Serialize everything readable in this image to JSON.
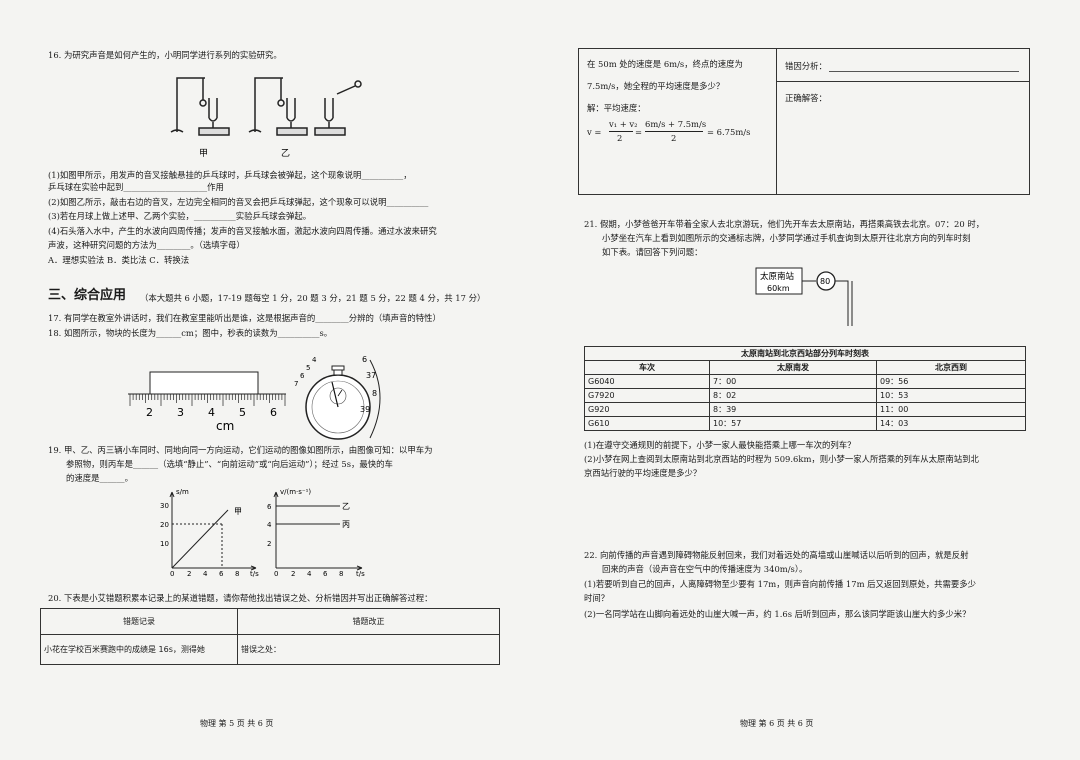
{
  "left": {
    "q16": {
      "title": "16. 为研究声音是如何产生的，小明同学进行系列的实验研究。",
      "fig_label_a": "甲",
      "fig_label_b": "乙",
      "p1": "(1)如图甲所示，用发声的音叉接触悬挂的乒乓球时，乒乓球会被弹起，这个现象说明__________，",
      "p1b": "乒乓球在实验中起到____________________作用",
      "p2": "(2)如图乙所示，敲击右边的音叉，左边完全相同的音叉会把乒乓球弹起，这个现象可以说明__________",
      "p3": "(3)若在月球上做上述甲、乙两个实验，__________实验乒乓球会弹起。",
      "p4": "(4)石头落入水中，产生的水波向四周传播；发声的音叉接触水面，激起水波向四周传播。通过水波来研究",
      "p4b": "声波，这种研究问题的方法为________。（选填字母）",
      "options": "A．理想实验法    B．类比法         C．转换法"
    },
    "section3": {
      "title": "三、综合应用",
      "note": "（本大题共 6 小题，17-19 题每空 1 分，20 题 3 分，21 题 5 分，22 题 4 分，共 17 分）"
    },
    "q17": "17. 有同学在教室外讲话时，我们在教室里能听出是谁，这是根据声音的________分辨的（填声音的特性）",
    "q18": "18. 如图所示，物块的长度为______cm；图中，秒表的读数为__________s。",
    "ruler": {
      "ticks": [
        "2",
        "3",
        "4",
        "5",
        "6"
      ],
      "unit": "cm"
    },
    "stopwatch": {
      "outer": [
        "6",
        "37",
        "8",
        "39"
      ],
      "inner": [
        "4",
        "5",
        "6",
        "7"
      ]
    },
    "q19": {
      "l1": "19. 甲、乙、丙三辆小车同时、同地向同一方向运动，它们运动的图像如图所示，由图像可知：以甲车为",
      "l2": "参照物，则丙车是______（选填“静止”、“向前运动”或“向后运动”）；经过 5s，最快的车",
      "l3": "的速度是______。"
    },
    "graph1": {
      "ylabel": "s/m",
      "xlabel": "t/s",
      "series": "甲",
      "yticks": [
        "30",
        "20",
        "10"
      ],
      "xticks": [
        "0",
        "2",
        "4",
        "6",
        "8"
      ]
    },
    "graph2": {
      "ylabel": "v/(m·s⁻¹)",
      "xlabel": "t/s",
      "series_a": "乙",
      "series_b": "丙",
      "yticks": [
        "6",
        "4",
        "2"
      ],
      "xticks": [
        "0",
        "2",
        "4",
        "6",
        "8"
      ]
    },
    "q20": {
      "title": "20.  下表是小艾错题积累本记录上的某道错题，请你帮他找出错误之处、分析错因并写出正确解答过程：",
      "col1": "错题记录",
      "col2": "错题改正",
      "row1": "小花在学校百米赛跑中的成绩是 16s，测得她",
      "error_label": "错误之处："
    },
    "footer": "物理    第 5 页 共 6 页"
  },
  "right": {
    "box": {
      "line1": "在 50m 处的速度是 6m/s，终点的速度为",
      "line2": "7.5m/s，她全程的平均速度是多少？",
      "line3": "解：平均速度：",
      "formula_lhs": "v =",
      "formula_num1": "v₁ + v₂",
      "formula_den1": "2",
      "formula_num2": "6m/s + 7.5m/s",
      "formula_den2": "2",
      "formula_rhs": "= 6.75m/s",
      "analysis": "错因分析：",
      "answer": "正确解答："
    },
    "q21": {
      "l1": "21. 假期，小梦爸爸开车带着全家人去北京游玩，他们先开车去太原南站，再搭乘高铁去北京。07：20 时，",
      "l2": "小梦坐在汽车上看到如图所示的交通标志牌，小梦同学通过手机查询到太原开往北京方向的列车时刻",
      "l3": "如下表。请回答下列问题：",
      "sign_name": "太原南站",
      "sign_dist": "60km",
      "sign_limit": "80",
      "q1": "(1)在遵守交通规则的前提下，小梦一家人最快能搭乘上哪一车次的列车？",
      "q2a": "(2)小梦在网上查阅到太原南站到北京西站的时程为 509.6km，则小梦一家人所搭乘的列车从太原南站到北",
      "q2b": "京西站行驶的平均速度是多少？"
    },
    "timetable": {
      "title": "太原南站到北京西站部分列车时刻表",
      "headers": [
        "车次",
        "太原南发",
        "北京西到"
      ],
      "rows": [
        [
          "G6040",
          "7：00",
          "09：56"
        ],
        [
          "G7920",
          "8：02",
          "10：53"
        ],
        [
          "G920",
          "8：39",
          "11：00"
        ],
        [
          "G610",
          "10：57",
          "14：03"
        ]
      ]
    },
    "q22": {
      "l1": "22.  向前传播的声音遇到障碍物能反射回来，我们对着远处的高墙或山崖喊话以后听到的回声，就是反射",
      "l2": "回来的声音（设声音在空气中的传播速度为 340m/s）。",
      "l3": "(1)若要听到自己的回声，人离障碍物至少要有 17m，则声音向前传播 17m 后又返回到原处，共需要多少",
      "l4": "时间？",
      "l5": "(2)一名同学站在山脚向着远处的山崖大喊一声，约 1.6s 后听到回声，那么该同学距该山崖大约多少米？"
    },
    "footer": "物理    第 6 页 共 6 页"
  }
}
